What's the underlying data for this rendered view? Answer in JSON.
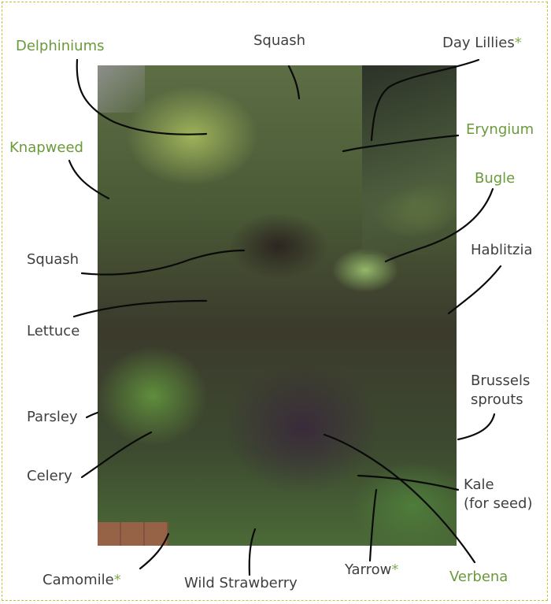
{
  "labels": {
    "delphiniums": "Delphiniums",
    "squash_top": "Squash",
    "day_lillies": "Day Lillies",
    "day_lillies_star": "*",
    "eryngium": "Eryngium",
    "knapweed": "Knapweed",
    "bugle": "Bugle",
    "squash_left": "Squash",
    "hablitzia": "Hablitzia",
    "lettuce": "Lettuce",
    "brussels_1": "Brussels",
    "brussels_2": "sprouts",
    "parsley": "Parsley",
    "celery": "Celery",
    "kale_1": "Kale",
    "kale_2": "(for seed)",
    "camomile": "Camomile",
    "camomile_star": "*",
    "wild_strawberry": "Wild Strawberry",
    "yarrow": "Yarrow",
    "yarrow_star": "*",
    "verbena": "Verbena"
  },
  "colors": {
    "label_black": "#3f3f3f",
    "label_green": "#6a9a3a",
    "star_green": "#7fae4a",
    "leader_line": "#0a0a0a",
    "frame_border": "#c9c23a"
  }
}
